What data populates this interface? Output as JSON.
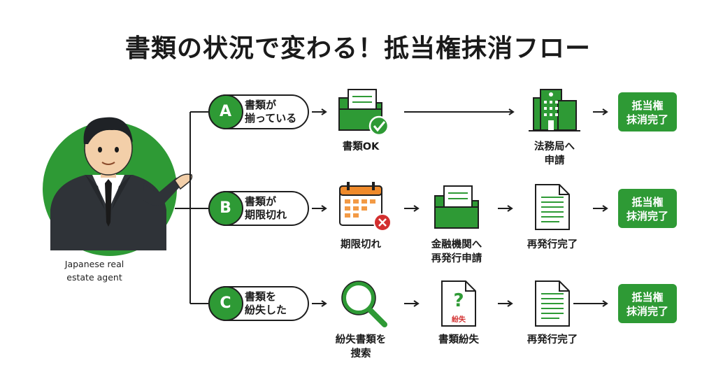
{
  "title": "書類の状況で変わる！抵当権抹消フロー",
  "agent": {
    "caption_line1": "Japanese real",
    "caption_line2": "estate agent"
  },
  "branches": [
    {
      "letter": "A",
      "line1": "書類が",
      "line2": "揃っている",
      "steps": [
        {
          "icon": "document-folder-check-icon",
          "label1": "書類OK",
          "label2": ""
        },
        {
          "icon": "legal-affairs-bureau-building-icon",
          "label1": "法務局へ",
          "label2": "申請"
        }
      ],
      "result": {
        "line1": "抵当権",
        "line2": "抹消完了"
      }
    },
    {
      "letter": "B",
      "line1": "書類が",
      "line2": "期限切れ",
      "steps": [
        {
          "icon": "expired-calendar-icon",
          "label1": "期限切れ",
          "label2": ""
        },
        {
          "icon": "document-folder-icon",
          "label1": "金融機関へ",
          "label2": "再発行申請"
        },
        {
          "icon": "reissued-document-icon",
          "label1": "再発行完了",
          "label2": ""
        }
      ],
      "result": {
        "line1": "抵当権",
        "line2": "抹消完了"
      }
    },
    {
      "letter": "C",
      "line1": "書類を",
      "line2": "紛失した",
      "steps": [
        {
          "icon": "magnifying-glass-icon",
          "label1": "紛失書類を",
          "label2": "捜索"
        },
        {
          "icon": "lost-document-question-icon",
          "label1": "書類紛失",
          "label2": "",
          "badge": "紛失"
        },
        {
          "icon": "reissued-document-icon",
          "label1": "再発行完了",
          "label2": ""
        }
      ],
      "result": {
        "line1": "抵当権",
        "line2": "抹消完了"
      }
    }
  ],
  "colors": {
    "accent": "#2e9a35",
    "accent_dark": "#1f7a27",
    "line": "#1e1e1e",
    "alert": "#d32f2f"
  }
}
